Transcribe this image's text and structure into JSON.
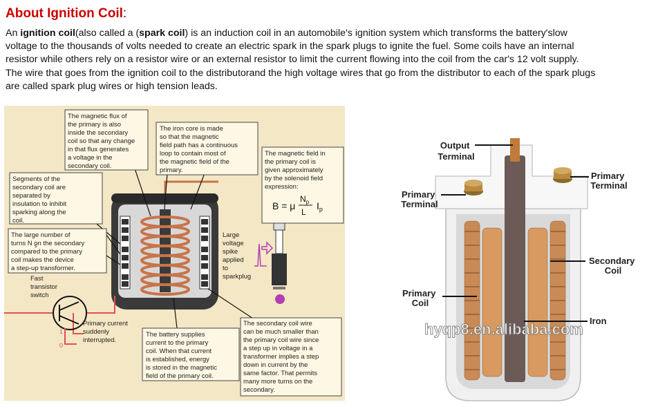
{
  "header": {
    "title": "About Ignition Coil",
    "colon": ":"
  },
  "intro": {
    "p1": "An ",
    "term1": "ignition coil",
    "p2": "(also called a (",
    "term2": "spark coil",
    "p3": ") is an induction coil in an automobile's ignition system which transforms the battery'slow",
    "rest_lines": [
      "voltage to the thousands of volts needed to create an electric spark in the spark plugs to ignite the fuel. Some coils have an internal",
      "resistor while others rely on a resistor wire or an external resistor to limit the current flowing into the coil from the car's 12 volt supply.",
      "The wire that goes from the ignition coil to the distributorand the high voltage wires that go from the distributor to each of the spark plugs",
      "are called spark plug wires or high tension leads."
    ]
  },
  "left_diagram": {
    "colors": {
      "background": "#f4e7c6",
      "copper": "#c8744a",
      "metal": "#3a3a3a",
      "spark": "#b040b0"
    },
    "notes": {
      "magnetic_flux": [
        "The magnetic flux of",
        "the primary is also",
        "inside the secondary",
        "coil so that any change",
        "in that flux generates",
        "a voltage in the",
        "secondary coil."
      ],
      "iron_core": [
        "The iron core is made",
        "so that the magnetic",
        "field path has a continuous",
        "loop to contain most of",
        "the magnetic field of the",
        "primary."
      ],
      "magnetic_field": [
        "The magnetic field in",
        "the primary coil is",
        "given approximately",
        "by the solenoid field",
        "expression:"
      ],
      "segments": [
        "Segments of the",
        "secondary coil are",
        "separated by",
        "insulation to inhibit",
        "sparking along the",
        "coil."
      ],
      "turns": [
        "The large number of",
        "turns N  on the secondary",
        "compared to the primary",
        "coil makes the device",
        "a step-up transformer."
      ],
      "turns_subscript": "s",
      "transistor": [
        "Fast",
        "transistor",
        "switch"
      ],
      "primary_current": [
        "Primary current",
        "suddenly",
        "interrupted."
      ],
      "battery": [
        "The battery supplies",
        "current to the primary",
        "coil. When that current",
        "is established, energy",
        "is stored in the magnetic",
        "field of the primary coil."
      ],
      "secondary_wire": [
        "The secondary coil wire",
        "can be much smaller than",
        "the primary coil wire since",
        "a step up in voltage in a",
        "transformer implies a step",
        "down in current by the",
        "same factor. That permits",
        "many more turns on the",
        "secondary."
      ],
      "voltage_spike": [
        "Large",
        "voltage",
        "spike",
        "applied",
        "to",
        "sparkplug"
      ]
    },
    "formula": {
      "lhs": "B = μ",
      "numerator": "N",
      "numerator_sub": "p",
      "denominator": "L",
      "rhs": "I",
      "rhs_sub": "p"
    },
    "switch_states": {
      "high": "1",
      "low": "0"
    }
  },
  "right_diagram": {
    "labels": {
      "output_terminal": [
        "Output",
        "Terminal"
      ],
      "primary_terminal_left": [
        "Primary",
        "Terminal"
      ],
      "primary_terminal_right": [
        "Primary",
        "Terminal"
      ],
      "secondary_coil": [
        "Secondary",
        "Coil"
      ],
      "primary_coil": [
        "Primary",
        "Coil"
      ],
      "iron": "Iron"
    },
    "watermark": "hyqp8.en.alibaba.com",
    "colors": {
      "casing": "#f2f2f2",
      "copper": "#c98a55",
      "core": "#6b5a55",
      "terminal": "#b98a3e"
    }
  }
}
